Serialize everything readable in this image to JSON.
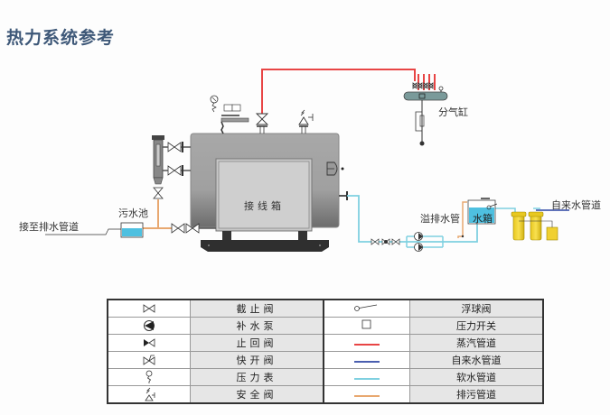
{
  "title": "热力系统参考",
  "diagram": {
    "labels": {
      "steam_header": "分气缸",
      "junction_box": "接线箱",
      "sewage_pool": "污水池",
      "drain_connection": "接至排水管道",
      "overflow_pipe": "溢排水管",
      "water_tank": "水箱",
      "tap_water_pipe": "自来水管道"
    },
    "pipe_colors": {
      "steam": "#e84545",
      "tap_water": "#4a5fb0",
      "soft_water": "#7fd0e0",
      "blowdown": "#e8a870"
    }
  },
  "legend": {
    "left": [
      {
        "icon": "globe-valve-icon",
        "label": "截止阀"
      },
      {
        "icon": "feed-pump-icon",
        "label": "补水泵"
      },
      {
        "icon": "check-valve-icon",
        "label": "止回阀"
      },
      {
        "icon": "quick-open-valve-icon",
        "label": "快开阀"
      },
      {
        "icon": "pressure-gauge-icon",
        "label": "压力表"
      },
      {
        "icon": "safety-valve-icon",
        "label": "安全阀"
      }
    ],
    "right": [
      {
        "icon": "float-valve-icon",
        "label": "浮球阀"
      },
      {
        "icon": "pressure-switch-icon",
        "label": "压力开关"
      },
      {
        "icon": "steam-pipe-line",
        "label": "蒸汽管道",
        "color": "#e84545"
      },
      {
        "icon": "tap-water-pipe-line",
        "label": "自来水管道",
        "color": "#4a5fb0"
      },
      {
        "icon": "soft-water-pipe-line",
        "label": "软水管道",
        "color": "#7fd0e0"
      },
      {
        "icon": "blowdown-pipe-line",
        "label": "排污管道",
        "color": "#e8a870"
      }
    ]
  }
}
